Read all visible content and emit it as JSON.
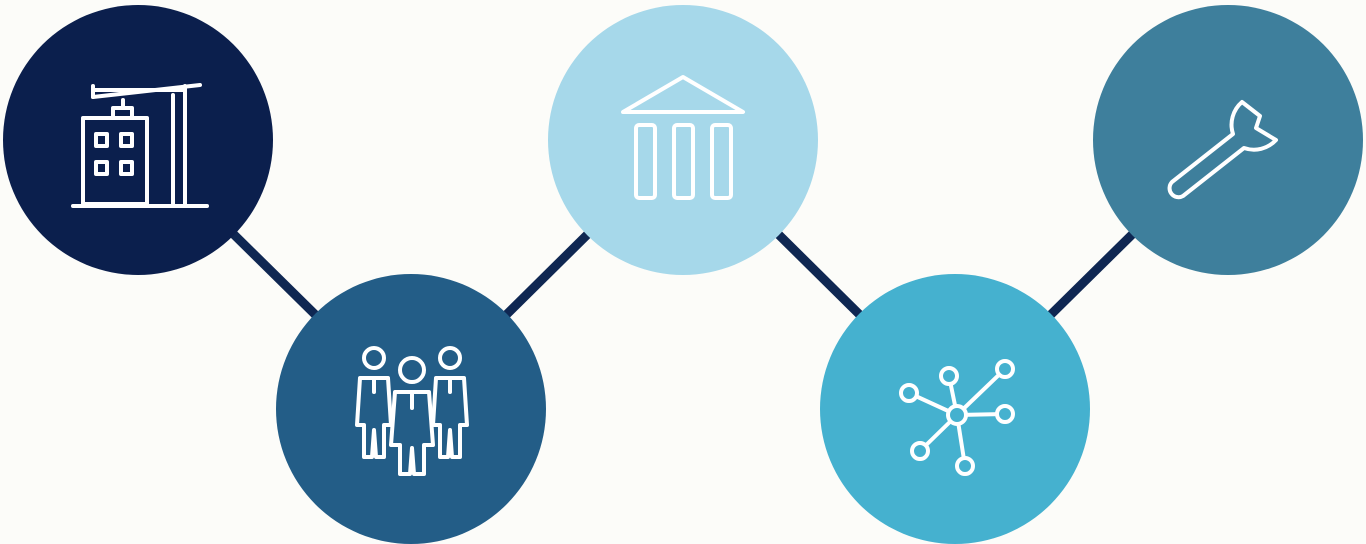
{
  "diagram": {
    "background": "#fcfcf9",
    "connector_color": "#0f2752",
    "nodes": [
      {
        "id": "construction",
        "icon": "construction-crane-building-icon",
        "color": "#0b1f4d"
      },
      {
        "id": "people",
        "icon": "business-team-icon",
        "color": "#235d87"
      },
      {
        "id": "institution",
        "icon": "bank-columns-icon",
        "color": "#a6d8ea"
      },
      {
        "id": "network",
        "icon": "network-hub-icon",
        "color": "#45b1cf"
      },
      {
        "id": "tools",
        "icon": "wrench-icon",
        "color": "#3e7f9c"
      }
    ]
  }
}
